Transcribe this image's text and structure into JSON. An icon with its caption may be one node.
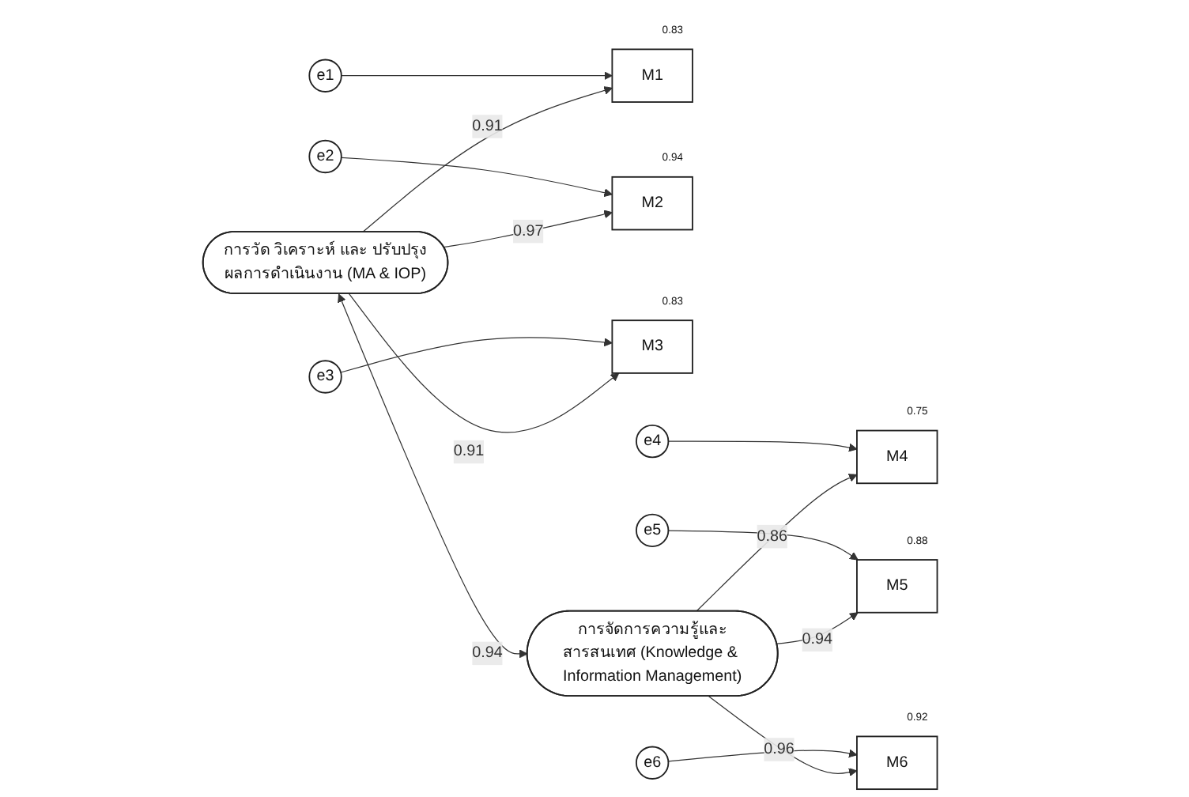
{
  "diagram": {
    "nodes": [
      {
        "text": [
          "e1"
        ]
      },
      {
        "text": [
          "M1"
        ],
        "beside": [
          "0.83"
        ]
      },
      {
        "text": [
          "e2"
        ]
      },
      {
        "text": [
          "M2"
        ],
        "beside": [
          "0.94"
        ]
      },
      {
        "text": [
          "e3"
        ]
      },
      {
        "text": [
          "M3"
        ],
        "beside": [
          "0.83"
        ]
      },
      {
        "text": [
          "การวัด วิเคราะห์ และ ปรับปรุงผลการดำเนินงาน (MA & IOP)"
        ]
      },
      {
        "text": [
          "e4"
        ]
      },
      {
        "text": [
          "M4"
        ],
        "beside": [
          "0.75"
        ]
      },
      {
        "text": [
          "e5"
        ]
      },
      {
        "text": [
          "M5"
        ],
        "beside": [
          "0.88"
        ]
      },
      {
        "text": [
          "e6"
        ]
      },
      {
        "text": [
          "M6"
        ],
        "beside": [
          "0.92"
        ]
      },
      {
        "text": [
          "การจัดการความรู้และสารสนเทศ (Knowledge & Information Management)"
        ]
      }
    ],
    "edges": [
      {
        "from": 0,
        "to": 1,
        "arrow": "to"
      },
      {
        "from": 2,
        "to": 3,
        "arrow": "to"
      },
      {
        "from": 4,
        "to": 5,
        "arrow": "to"
      },
      {
        "from": 6,
        "to": 1,
        "arrow": "to",
        "label": "0.91"
      },
      {
        "from": 6,
        "to": 3,
        "arrow": "to",
        "label": "0.97"
      },
      {
        "from": 6,
        "to": 5,
        "arrow": "to",
        "label": "0.91"
      },
      {
        "from": 7,
        "to": 8,
        "arrow": "to"
      },
      {
        "from": 9,
        "to": 10,
        "arrow": "to"
      },
      {
        "from": 11,
        "to": 12,
        "arrow": "to"
      },
      {
        "from": 13,
        "to": 8,
        "arrow": "to",
        "label": "0.86"
      },
      {
        "from": 13,
        "to": 10,
        "arrow": "to",
        "label": "0.94"
      },
      {
        "from": 13,
        "to": 12,
        "arrow": "to",
        "label": "0.96"
      },
      {
        "from": 6,
        "to": 13,
        "arrow": "both",
        "label": "0.94"
      }
    ]
  }
}
